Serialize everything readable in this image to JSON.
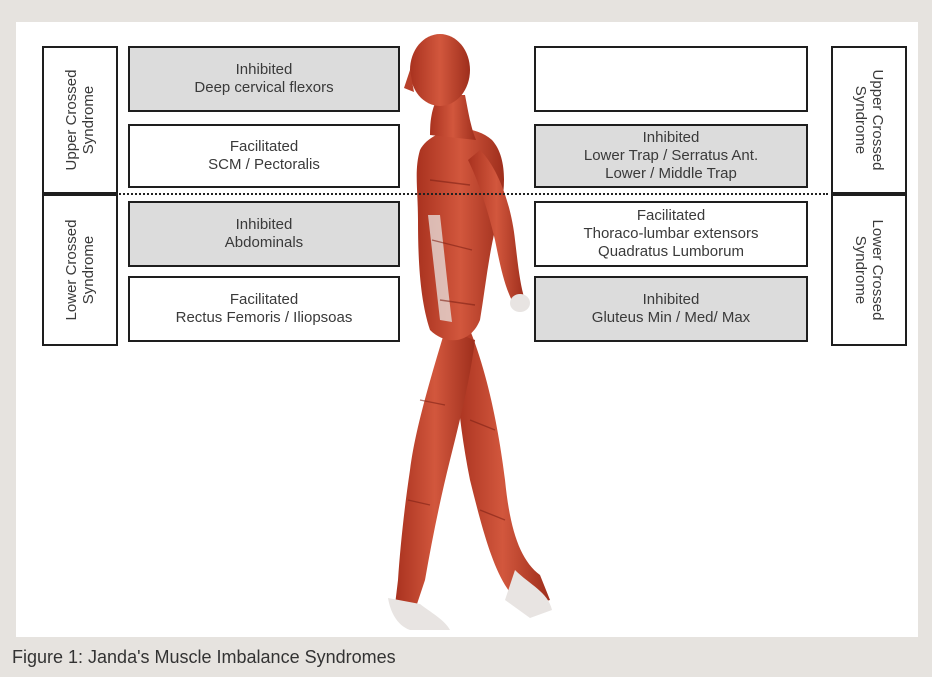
{
  "caption": "Figure 1: Janda's Muscle Imbalance Syndromes",
  "side_labels": {
    "left_upper": [
      "Upper Crossed",
      "Syndrome"
    ],
    "left_lower": [
      "Lower Crossed",
      "Syndrome"
    ],
    "right_upper": [
      "Upper Crossed",
      "Syndrome"
    ],
    "right_lower": [
      "Lower Crossed",
      "Syndrome"
    ]
  },
  "left_boxes": [
    {
      "lines": [
        "Inhibited",
        "Deep cervical flexors"
      ],
      "shade": "gray"
    },
    {
      "lines": [
        "Facilitated",
        "SCM / Pectoralis"
      ],
      "shade": "white"
    },
    {
      "lines": [
        "Inhibited",
        "Abdominals"
      ],
      "shade": "gray"
    },
    {
      "lines": [
        "Facilitated",
        "Rectus Femoris / Iliopsoas"
      ],
      "shade": "white"
    }
  ],
  "right_boxes": [
    {
      "lines": [],
      "shade": "white"
    },
    {
      "lines": [
        "Inhibited",
        "Lower Trap / Serratus Ant.",
        "Lower / Middle Trap"
      ],
      "shade": "gray"
    },
    {
      "lines": [
        "Facilitated",
        "Thoraco-lumbar extensors",
        "Quadratus Lumborum"
      ],
      "shade": "white"
    },
    {
      "lines": [
        "Inhibited",
        "Gluteus Min / Med/ Max"
      ],
      "shade": "gray"
    }
  ],
  "colors": {
    "muscle": "#c8452e",
    "muscle_dark": "#8f2a1a",
    "tendon": "#e8e4e2",
    "box_gray": "#dcdcdc"
  }
}
